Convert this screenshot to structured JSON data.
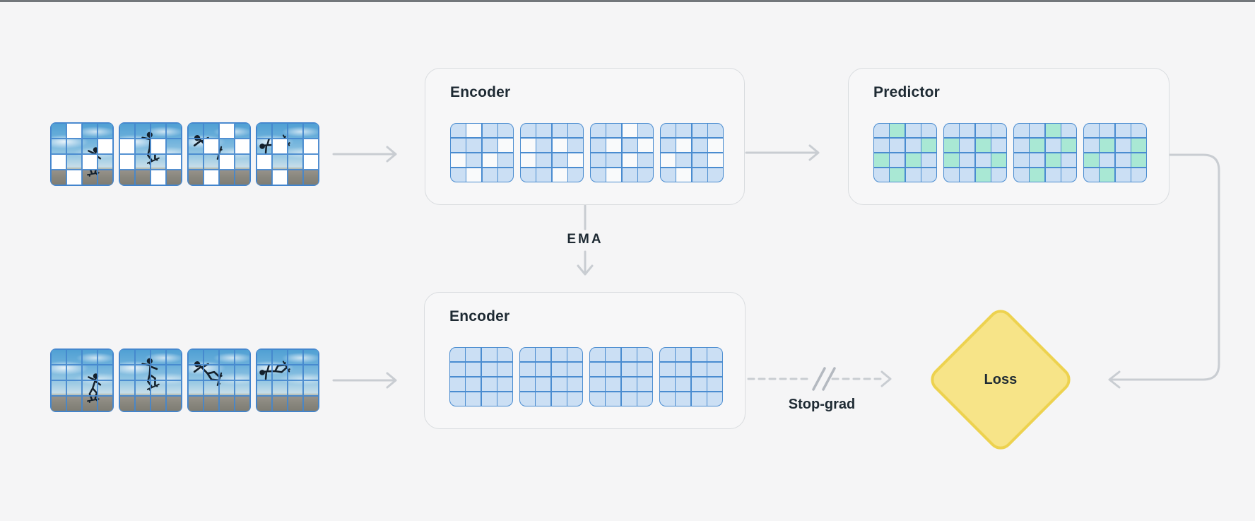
{
  "colors": {
    "background": "#f5f5f6",
    "top_edge": "#73777b",
    "box_fill": "#f7f7f8",
    "box_border": "#d9dcdf",
    "token_blue": "#cbdff4",
    "token_white": "#f9fafb",
    "token_green": "#a9e8d4",
    "grid_line": "#4a8cd0",
    "arrow_gray": "#c9cdd2",
    "text_dark": "#1e2a33",
    "loss_fill": "#f7e488",
    "loss_border": "#edd24f"
  },
  "top_row": {
    "encoder": {
      "title": "Encoder"
    },
    "predictor": {
      "title": "Predictor"
    }
  },
  "bottom_row": {
    "encoder": {
      "title": "Encoder"
    }
  },
  "labels": {
    "ema": "EMA",
    "stop_grad": "Stop-grad",
    "loss": "Loss"
  },
  "token_grids": {
    "grid_size": 4,
    "mask_patterns": [
      [
        "bwbb",
        "bbbw",
        "wbwb",
        "bwbb"
      ],
      [
        "bbbb",
        "wbwb",
        "wbbw",
        "bbwb"
      ],
      [
        "bbwb",
        "bwbw",
        "bbwb",
        "bwbb"
      ],
      [
        "bbbb",
        "bwbw",
        "wbbw",
        "bwbb"
      ]
    ],
    "cell_legend": {
      "b": "context token (blue)",
      "w": "masked token (white)",
      "g": "predicted token (green)"
    }
  },
  "frames": {
    "masked_count": 4,
    "unmasked_count": 4,
    "subject": "skateboarder video frames"
  },
  "connections": [
    {
      "from": "masked-frames",
      "to": "encoder-top",
      "style": "solid-arrow"
    },
    {
      "from": "encoder-top",
      "to": "predictor",
      "style": "solid-arrow"
    },
    {
      "from": "encoder-top",
      "to": "encoder-bottom",
      "style": "solid-arrow",
      "label": "EMA"
    },
    {
      "from": "unmasked-frames",
      "to": "encoder-bottom",
      "style": "solid-arrow"
    },
    {
      "from": "encoder-bottom",
      "to": "loss",
      "style": "dashed-arrow",
      "label": "Stop-grad"
    },
    {
      "from": "predictor",
      "to": "loss",
      "style": "solid-elbow-arrow"
    }
  ]
}
